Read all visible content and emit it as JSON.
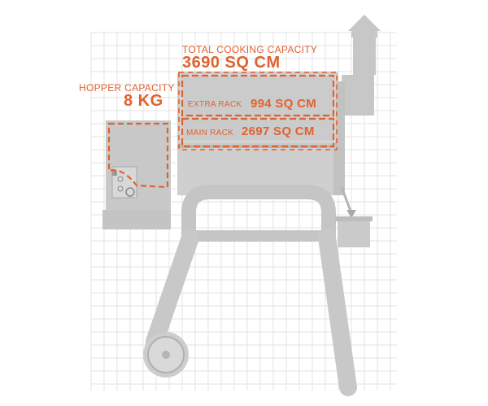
{
  "labels": {
    "total_cooking_capacity_title": "TOTAL COOKING CAPACITY",
    "total_cooking_capacity_value": "3690 SQ CM",
    "hopper_capacity_title": "HOPPER CAPACITY",
    "hopper_capacity_value": "8 KG",
    "extra_rack_title": "EXTRA RACK",
    "extra_rack_value": "994 SQ CM",
    "main_rack_title": "MAIN RACK",
    "main_rack_value": "2697 SQ CM"
  },
  "colors": {
    "accent": "#e0622f",
    "grill_body": "#c9c9c9",
    "grid_line": "#e3e3e3"
  },
  "icons": [
    "grill-illustration",
    "wheel-icon",
    "chimney-arrow-icon",
    "grease-bucket-icon"
  ]
}
